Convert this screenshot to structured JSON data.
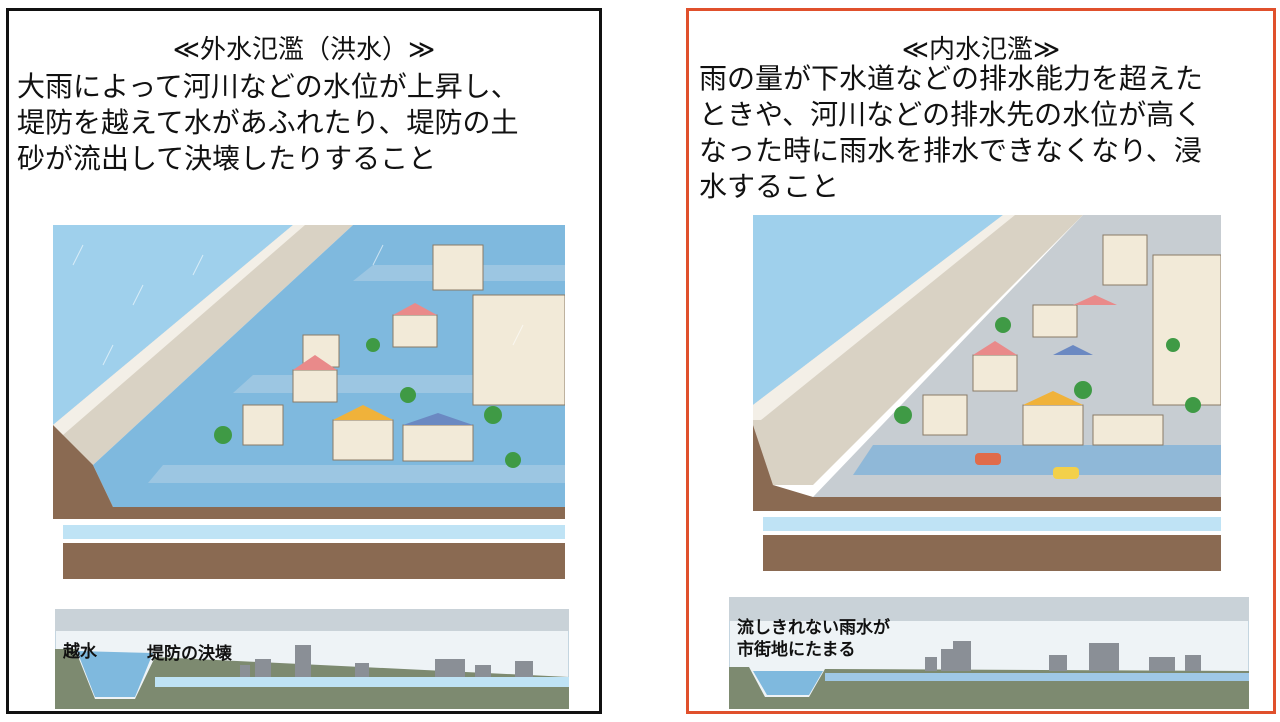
{
  "panels": [
    {
      "id": "left",
      "title": "≪外水氾濫（洪水）≫",
      "description": "大雨によって河川などの水位が上昇し、\n堤防を越えて水があふれたり、堤防の土\n砂が流出して決壊したりすること",
      "labels": [
        "越水",
        "堤防の決壊"
      ],
      "border_color": "#111111"
    },
    {
      "id": "right",
      "title": "≪内水氾濫≫",
      "description": "雨の量が下水道などの排水能力を超えた\nときや、河川などの排水先の水位が高く\nなった時に雨水を排水できなくなり、浸\n水すること",
      "labels": [
        "流しきれない雨水が\n市街地にたまる"
      ],
      "border_color": "#e0502c"
    }
  ],
  "colors": {
    "river": "#9fd0ec",
    "levee": "#d9d2c4",
    "ground": "#8a6a52",
    "flood": "#7fb9de",
    "road": "#b9bfc6",
    "sewer": "#bfe3f5"
  }
}
